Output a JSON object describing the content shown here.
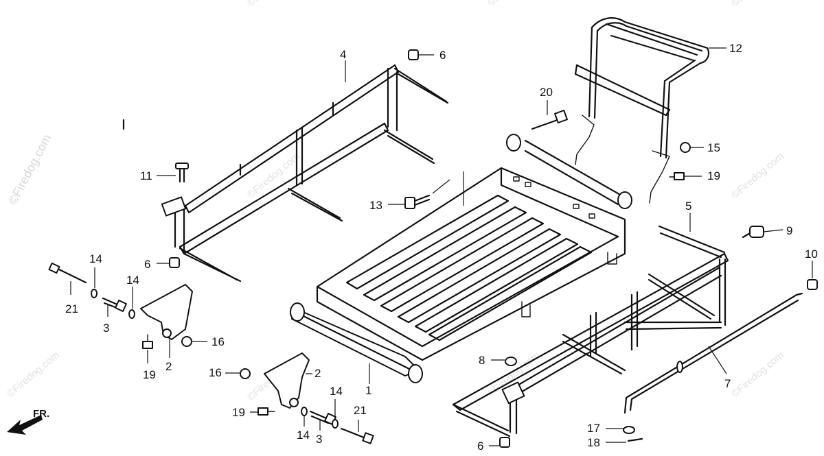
{
  "watermark": "©Firedog.com",
  "front_marker": "FR.",
  "callouts": {
    "c1": "1",
    "c2a": "2",
    "c2b": "2",
    "c3a": "3",
    "c3b": "3",
    "c4": "4",
    "c5": "5",
    "c6a": "6",
    "c6b": "6",
    "c6c": "6",
    "c7": "7",
    "c8": "8",
    "c9": "9",
    "c10": "10",
    "c11": "11",
    "c12": "12",
    "c13": "13",
    "c14a": "14",
    "c14b": "14",
    "c14c": "14",
    "c14d": "14",
    "c15": "15",
    "c16a": "16",
    "c16b": "16",
    "c17": "17",
    "c18": "18",
    "c19a": "19",
    "c19b": "19",
    "c19c": "19",
    "c20": "20",
    "c21a": "21",
    "c21b": "21"
  },
  "colors": {
    "line": "#111111",
    "watermark": "#d8d8d8",
    "background": "#ffffff"
  }
}
